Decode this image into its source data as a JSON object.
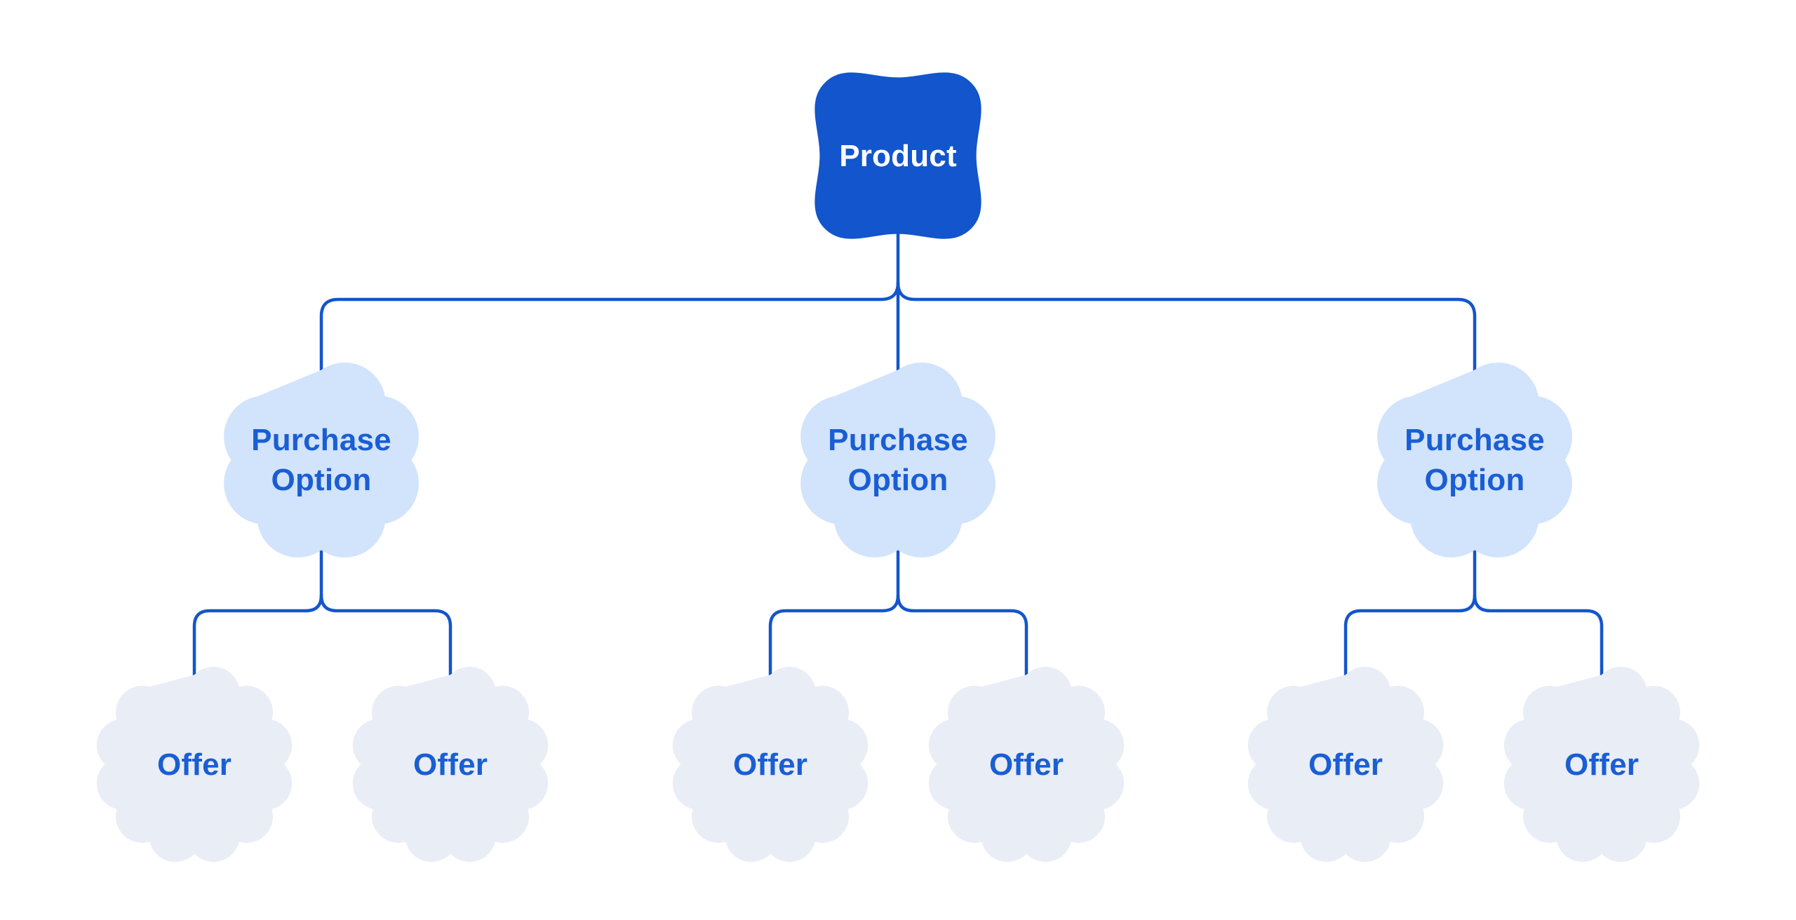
{
  "diagram": {
    "root": {
      "label": "Product"
    },
    "purchase_options": [
      {
        "label": "Purchase Option",
        "offers": [
          {
            "label": "Offer"
          },
          {
            "label": "Offer"
          }
        ]
      },
      {
        "label": "Purchase Option",
        "offers": [
          {
            "label": "Offer"
          },
          {
            "label": "Offer"
          }
        ]
      },
      {
        "label": "Purchase Option",
        "offers": [
          {
            "label": "Offer"
          },
          {
            "label": "Offer"
          }
        ]
      }
    ],
    "colors": {
      "background": "#ffffff",
      "root_fill": "#1255cc",
      "root_text": "#ffffff",
      "purchase_option_fill": "#d2e3fc",
      "offer_fill": "#e9edf6",
      "node_text": "#1a5ed4",
      "connector": "#1355cc"
    }
  }
}
